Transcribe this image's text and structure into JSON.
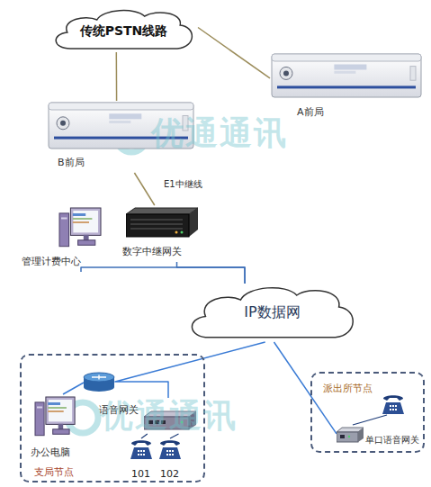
{
  "diagram": {
    "nodes": [
      {
        "text": [
          "传统PSTN线路"
        ]
      },
      {
        "text": [
          "A前局"
        ]
      },
      {
        "text": [
          "B前局"
        ]
      },
      {
        "text": [
          "管理计费中心"
        ]
      },
      {
        "text": [
          "数字中继网关"
        ]
      },
      {
        "text": [
          "IP数据网"
        ]
      },
      {
        "text": [
          "支局节点"
        ]
      },
      {
        "text": [
          "办公电脑"
        ],
        "in": 6
      },
      {
        "text": [
          "语音网关"
        ],
        "in": 6
      },
      {
        "text": [
          "101"
        ],
        "in": 6
      },
      {
        "text": [
          "102"
        ],
        "in": 6
      },
      {
        "text": [
          "派出所节点"
        ]
      },
      {
        "text": [
          "单口语音网关"
        ],
        "in": 11
      }
    ],
    "edges": [
      {
        "from": 0,
        "to": 1,
        "arrow": "none"
      },
      {
        "from": 0,
        "to": 2,
        "arrow": "none"
      },
      {
        "from": 2,
        "to": 4,
        "label": "E1中继线",
        "arrow": "none"
      },
      {
        "from": 3,
        "to": 5,
        "arrow": "none"
      },
      {
        "from": 4,
        "to": 5,
        "arrow": "none"
      },
      {
        "from": 5,
        "to": 8,
        "arrow": "none"
      },
      {
        "from": 5,
        "to": 12,
        "arrow": "none"
      },
      {
        "from": 8,
        "to": 9,
        "arrow": "none"
      },
      {
        "from": 8,
        "to": 10,
        "arrow": "none"
      }
    ],
    "labels": [
      "优通通讯",
      "优通通讯"
    ]
  }
}
